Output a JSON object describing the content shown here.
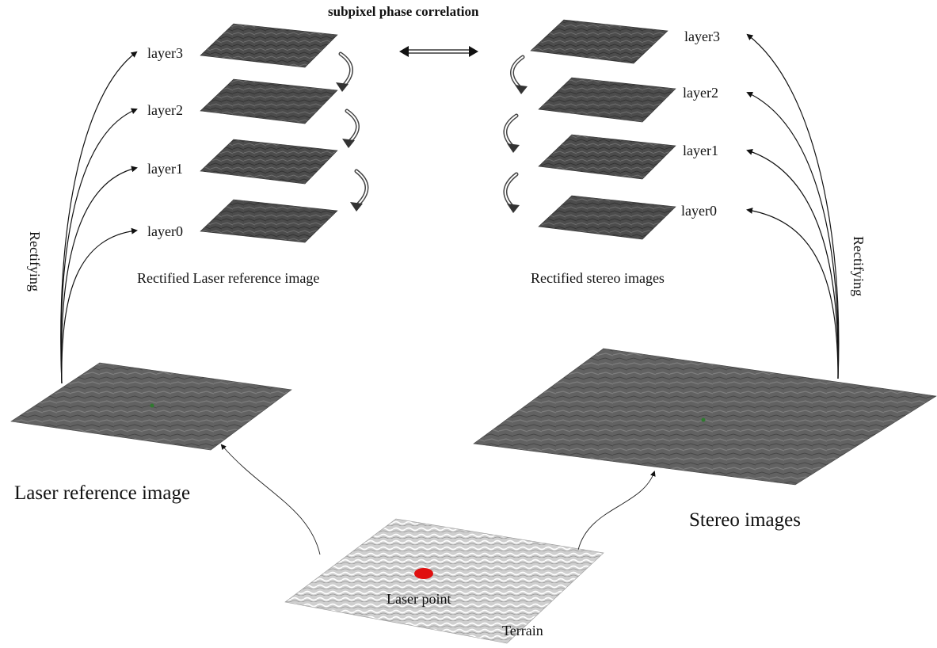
{
  "title": "subpixel phase correlation",
  "left": {
    "layers": [
      "layer3",
      "layer2",
      "layer1",
      "layer0"
    ],
    "caption": "Rectified Laser reference image",
    "rotated_label": "Rectifying",
    "base_label": "Laser reference image"
  },
  "right": {
    "layers": [
      "layer3",
      "layer2",
      "layer1",
      "layer0"
    ],
    "caption": "Rectified stereo images",
    "rotated_label": "Rectifying",
    "base_label": "Stereo images"
  },
  "terrain": {
    "point_label": "Laser point",
    "label": "Terrain",
    "point_color": "#e01010"
  },
  "colors": {
    "image_dark": "#4a4a4a",
    "image_mid": "#6a6a6a",
    "terrain_bg": "#d9d9d9"
  }
}
